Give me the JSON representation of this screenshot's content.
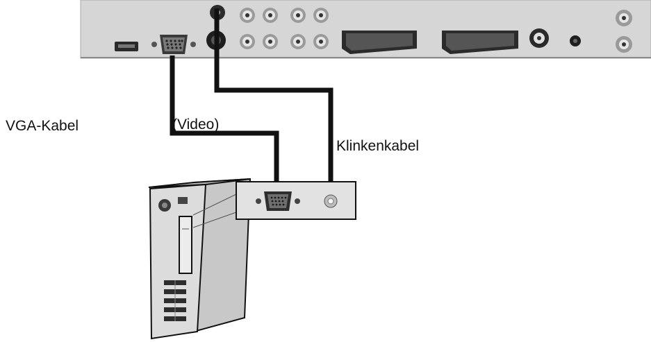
{
  "labels": {
    "vga_cable": "VGA-Kabel",
    "video": "(Video)",
    "jack_cable": "Klinkenkabel"
  },
  "colors": {
    "panel": "#d4d4d4",
    "panel_edge": "#9a9a9a",
    "cable": "#111111",
    "connector_dark": "#2a2a2a",
    "pc_body": "#d9d9d9"
  },
  "icons": [
    "hdmi-port-icon",
    "vga-port-icon",
    "audio-jack-icon",
    "video-jack-icon",
    "rca-jack-icon",
    "scart-port-icon",
    "antenna-port-icon",
    "headphone-jack-icon",
    "pc-tower-icon",
    "pc-vga-port-icon",
    "pc-audio-out-icon"
  ]
}
